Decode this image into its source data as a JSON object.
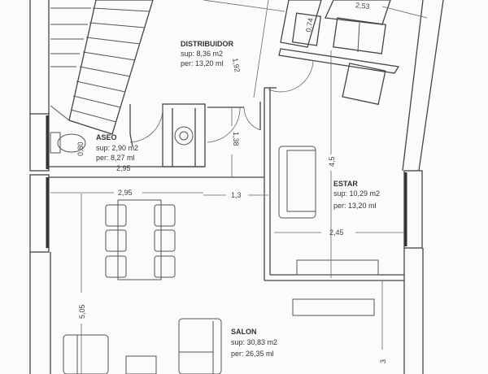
{
  "rooms": {
    "distribuidor": {
      "name": "DISTRIBUIDOR",
      "sup": "sup: 8,36 m2",
      "per": "per:  13,20 ml"
    },
    "aseo": {
      "name": "ASEO",
      "sup": "sup: 2,90 m2",
      "per": "per:  8,27 ml"
    },
    "estar": {
      "name": "ESTAR",
      "sup": "sup: 10,29 m2",
      "per": "per:  13,20 ml"
    },
    "salon": {
      "name": "SALON",
      "sup": "sup: 30,83 m2",
      "per": "per:  26,35 ml"
    }
  },
  "dimensions": {
    "top_right": "2,53",
    "cabinet_depth": "0,74",
    "distribuidor_height": "1,92",
    "aseo_width_small": "0,80",
    "bath_height": "1,38",
    "aseo_length": "2,95",
    "dining_width": "2,95",
    "passage_width": "1,3",
    "estar_height": "4,5",
    "estar_width": "2,45",
    "salon_height": "5,05",
    "salon_right": "3"
  }
}
